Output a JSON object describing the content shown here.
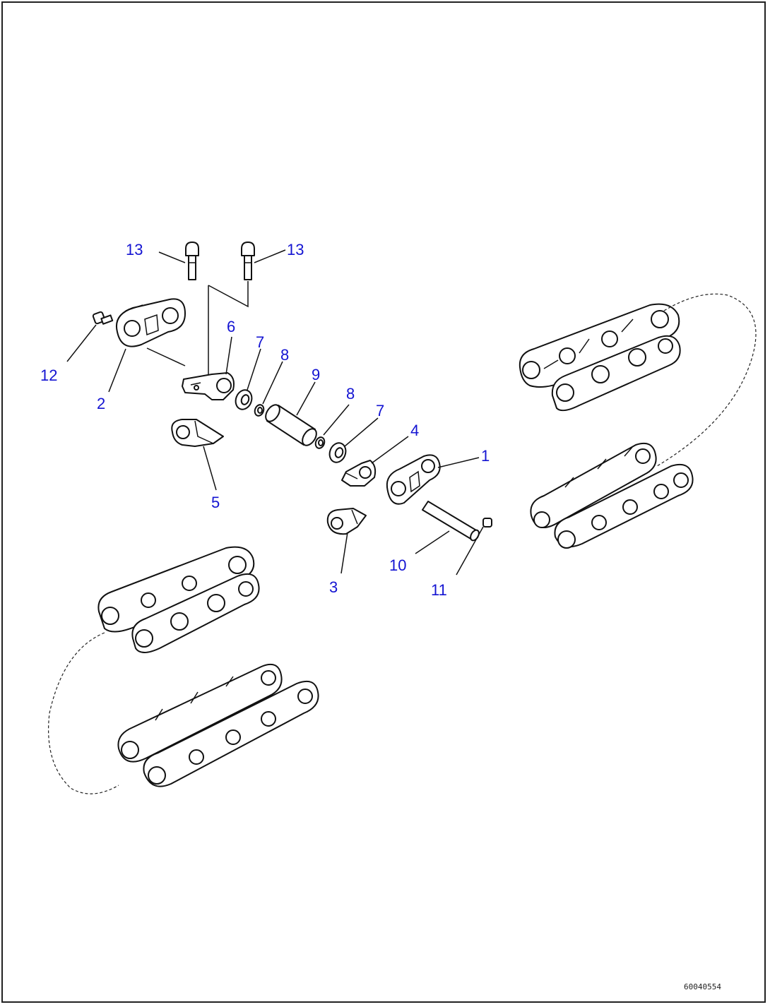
{
  "callouts": {
    "c1": "1",
    "c2": "2",
    "c3": "3",
    "c4": "4",
    "c5": "5",
    "c6": "6",
    "c7a": "7",
    "c7b": "7",
    "c8a": "8",
    "c8b": "8",
    "c9": "9",
    "c10": "10",
    "c11": "11",
    "c12": "12",
    "c13a": "13",
    "c13b": "13"
  },
  "drawing_code": "60040554",
  "colors": {
    "callout": "#1414d2",
    "line": "#111111",
    "background": "#ffffff"
  }
}
